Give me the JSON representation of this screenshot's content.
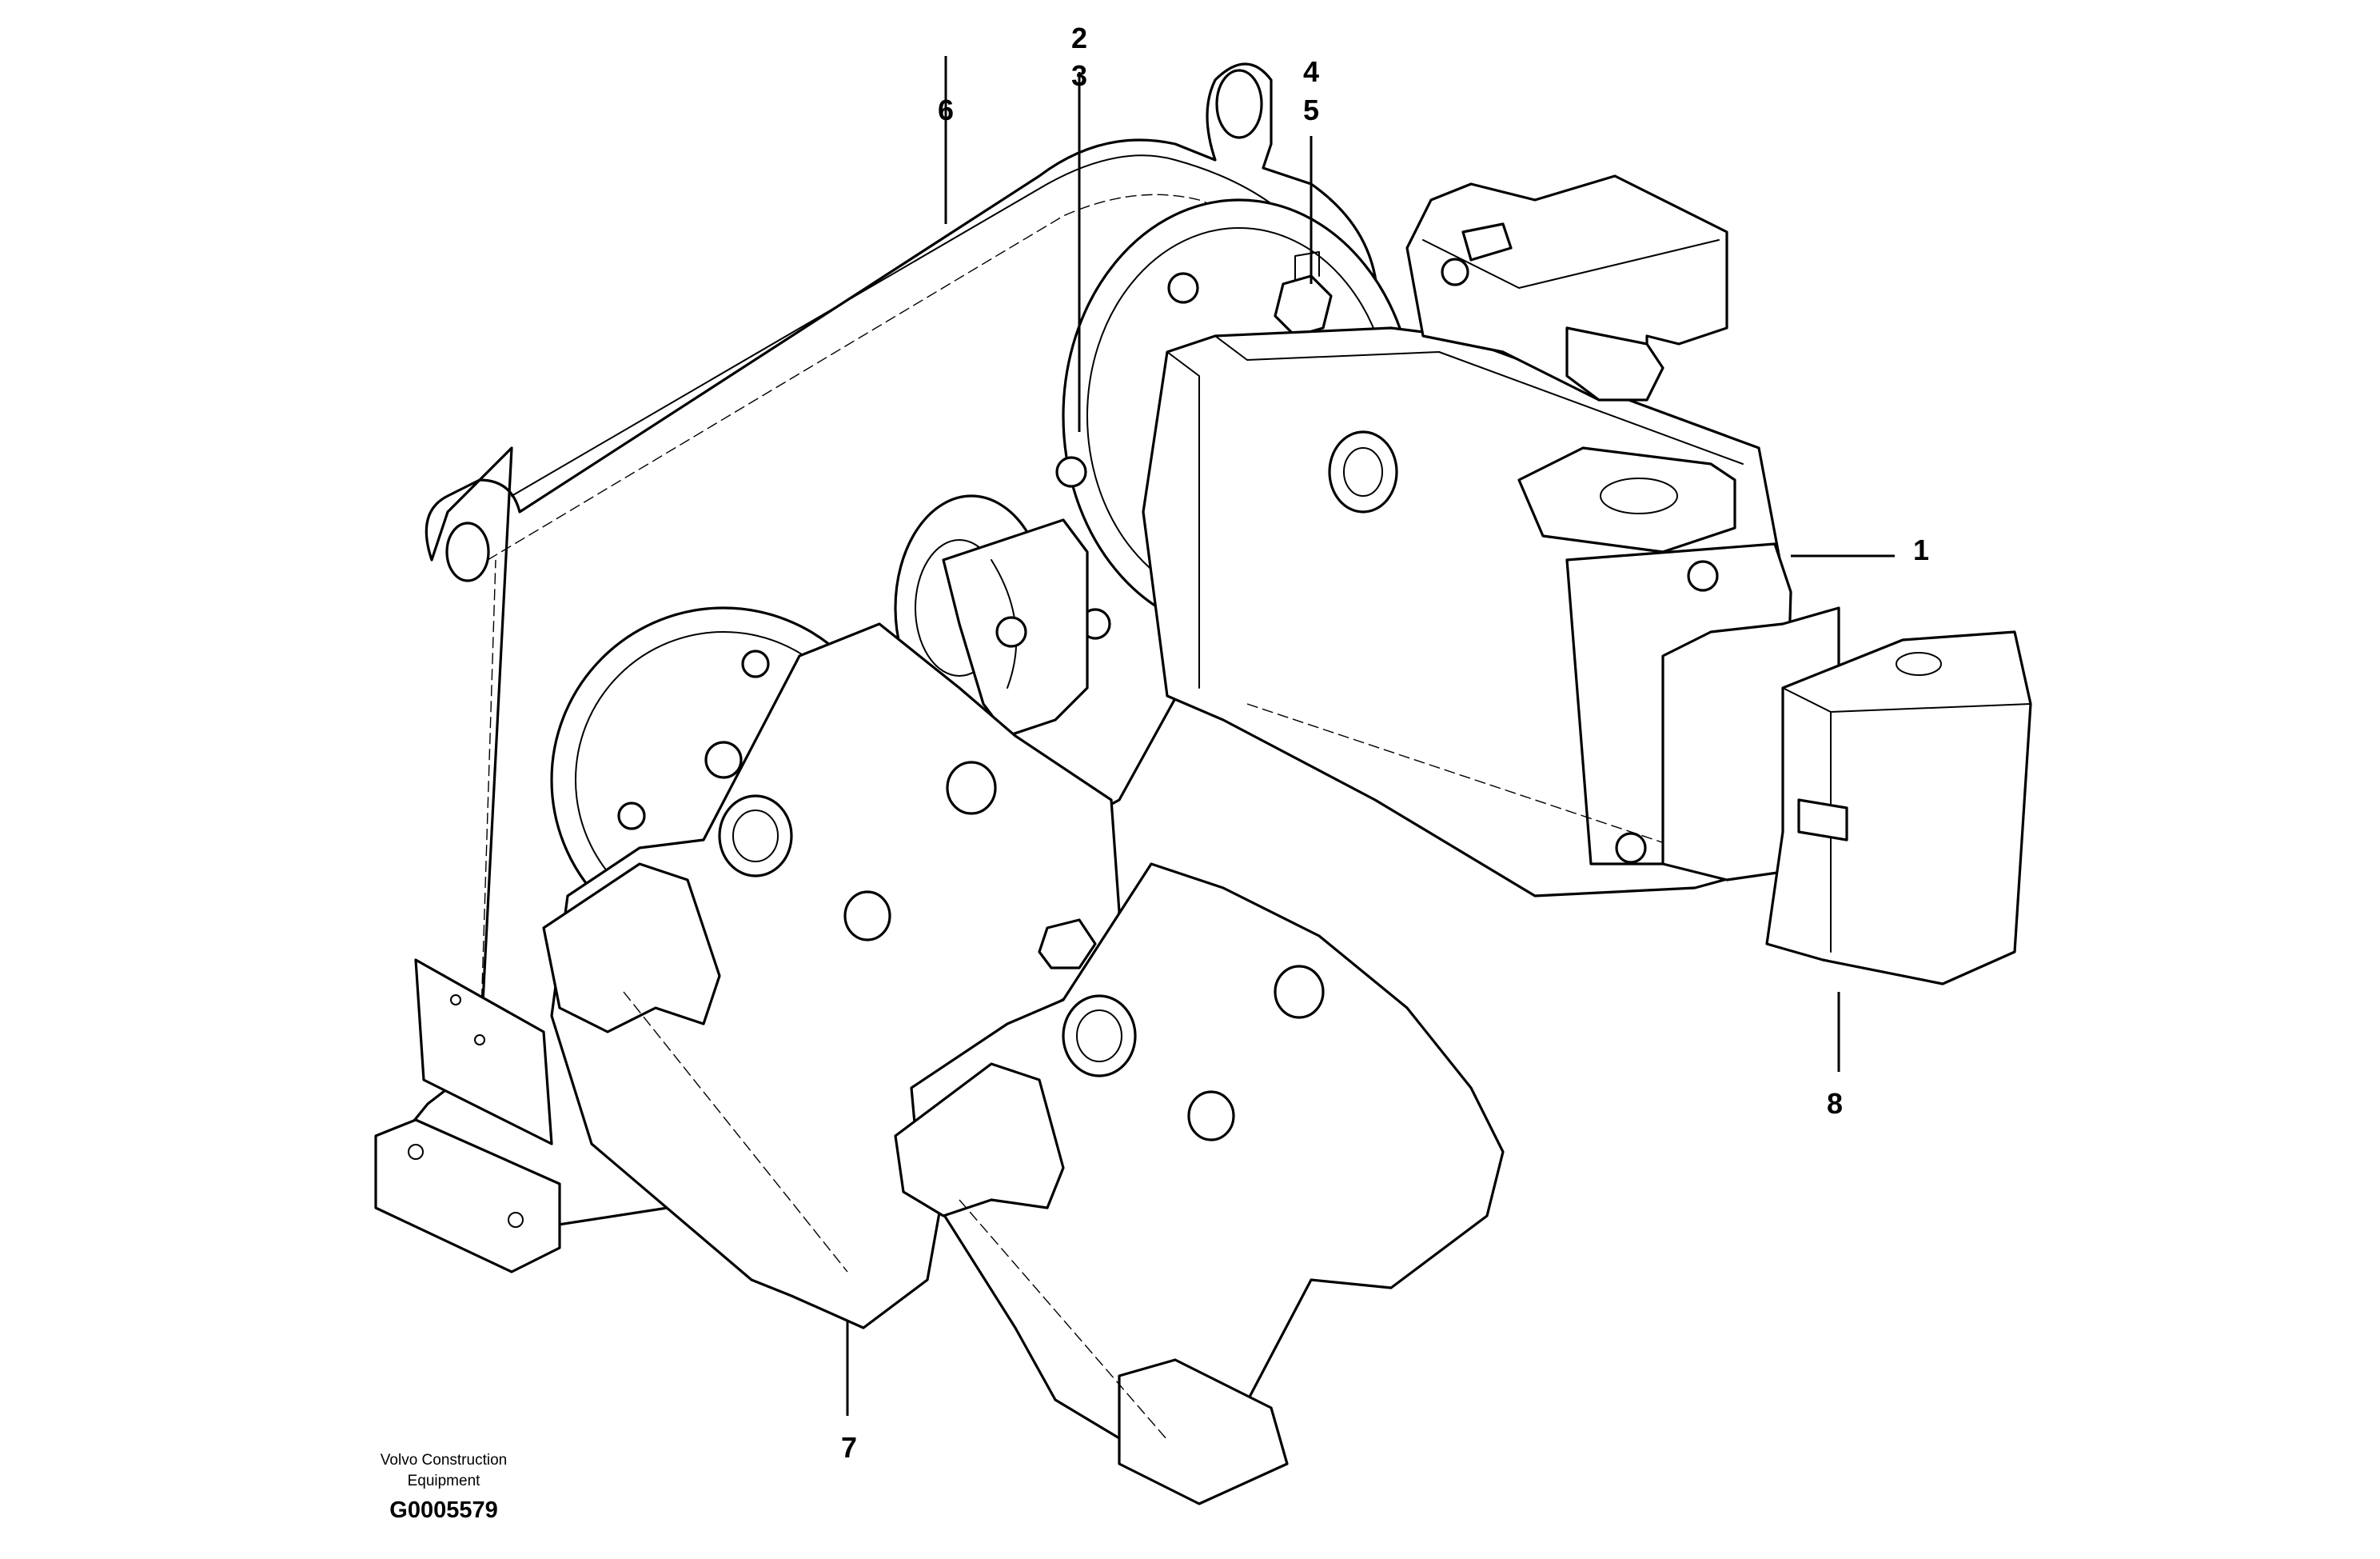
{
  "callouts": {
    "c1": "1",
    "c2": "2",
    "c3": "3",
    "c4": "4",
    "c5": "5",
    "c6": "6",
    "c7": "7",
    "c8": "8"
  },
  "credit": {
    "line1": "Volvo Construction",
    "line2": "Equipment",
    "figure_id": "G0005579"
  }
}
